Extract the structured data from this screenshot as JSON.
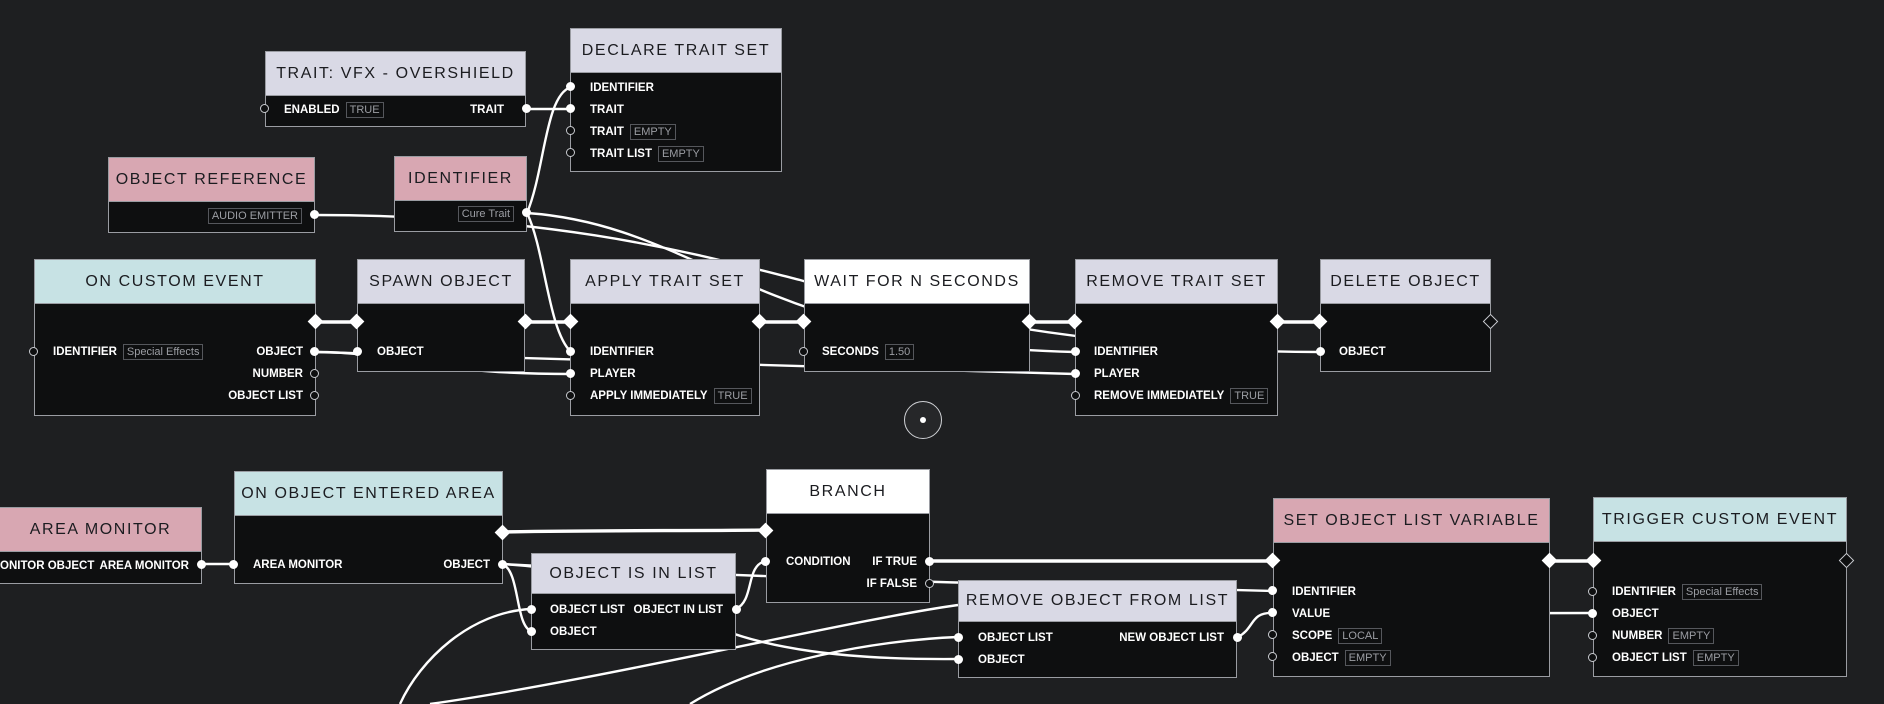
{
  "colors": {
    "background": "#1e1f21",
    "node_body": "#0e0f10",
    "header_pink": "#d8a7b2",
    "header_teal": "#c7e2e4",
    "header_lavender": "#d9d9e5",
    "header_white": "#ffffff",
    "wire": "#ffffff"
  },
  "nodes": {
    "trait_vfx": {
      "title": "TRAIT: VFX - OVERSHIELD",
      "enabled_label": "ENABLED",
      "enabled_value": "TRUE",
      "trait_label": "TRAIT"
    },
    "declare_trait_set": {
      "title": "DECLARE TRAIT SET",
      "identifier": "IDENTIFIER",
      "trait": "TRAIT",
      "trait2": "TRAIT",
      "trait2_value": "EMPTY",
      "trait_list": "TRAIT LIST",
      "trait_list_value": "EMPTY"
    },
    "object_reference": {
      "title": "OBJECT REFERENCE",
      "value": "AUDIO EMITTER"
    },
    "identifier_node": {
      "title": "IDENTIFIER",
      "value": "Cure Trait"
    },
    "on_custom_event": {
      "title": "ON CUSTOM EVENT",
      "identifier": "IDENTIFIER",
      "identifier_value": "Special Effects",
      "object": "OBJECT",
      "number": "NUMBER",
      "object_list": "OBJECT LIST"
    },
    "spawn_object": {
      "title": "SPAWN OBJECT",
      "object": "OBJECT"
    },
    "apply_trait_set": {
      "title": "APPLY TRAIT SET",
      "identifier": "IDENTIFIER",
      "player": "PLAYER",
      "apply_immediately": "APPLY IMMEDIATELY",
      "apply_immediately_value": "TRUE"
    },
    "wait_for_n_seconds": {
      "title": "WAIT FOR N SECONDS",
      "seconds": "SECONDS",
      "seconds_value": "1.50"
    },
    "remove_trait_set": {
      "title": "REMOVE TRAIT SET",
      "identifier": "IDENTIFIER",
      "player": "PLAYER",
      "remove_immediately": "REMOVE IMMEDIATELY",
      "remove_immediately_value": "TRUE"
    },
    "delete_object": {
      "title": "DELETE OBJECT",
      "object": "OBJECT"
    },
    "area_monitor": {
      "title": "AREA MONITOR",
      "monitor_object": "ONITOR OBJECT",
      "area_monitor": "AREA MONITOR"
    },
    "on_object_entered_area": {
      "title": "ON OBJECT ENTERED AREA",
      "area_monitor": "AREA MONITOR",
      "object": "OBJECT"
    },
    "branch": {
      "title": "BRANCH",
      "condition": "CONDITION",
      "if_true": "IF TRUE",
      "if_false": "IF FALSE"
    },
    "object_is_in_list": {
      "title": "OBJECT IS IN LIST",
      "object_list": "OBJECT LIST",
      "object_in_list": "OBJECT IN LIST",
      "object": "OBJECT"
    },
    "remove_object_from_list": {
      "title": "REMOVE OBJECT FROM LIST",
      "object_list": "OBJECT LIST",
      "new_object_list": "NEW OBJECT LIST",
      "object": "OBJECT"
    },
    "set_object_list_variable": {
      "title": "SET OBJECT LIST VARIABLE",
      "identifier": "IDENTIFIER",
      "value": "VALUE",
      "scope": "SCOPE",
      "scope_value": "LOCAL",
      "object": "OBJECT",
      "object_value": "EMPTY"
    },
    "trigger_custom_event": {
      "title": "TRIGGER CUSTOM EVENT",
      "identifier": "IDENTIFIER",
      "identifier_value": "Special Effects",
      "object": "OBJECT",
      "number": "NUMBER",
      "number_value": "EMPTY",
      "object_list": "OBJECT LIST",
      "object_list_value": "EMPTY"
    }
  }
}
